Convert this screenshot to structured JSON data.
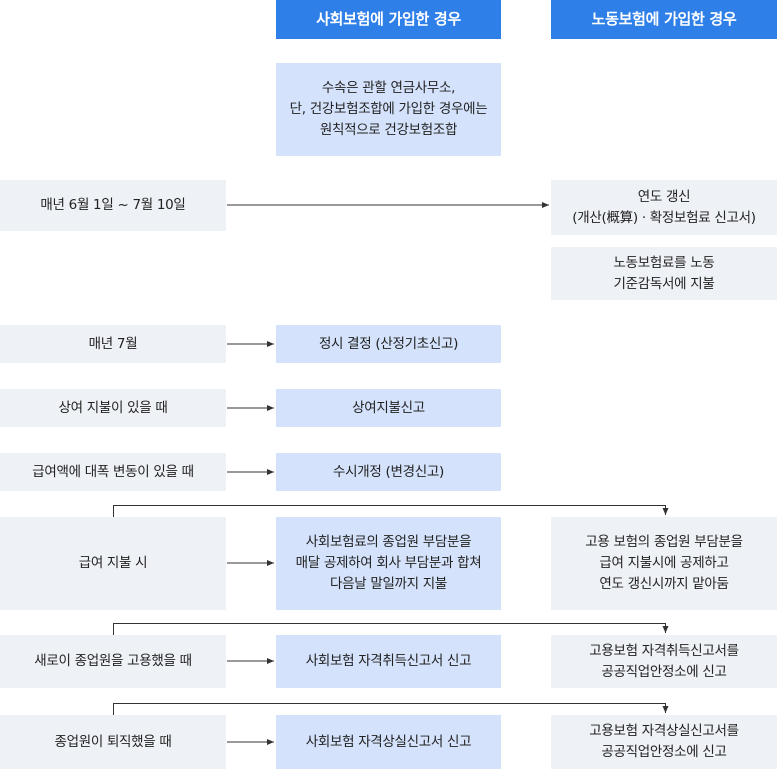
{
  "headers": {
    "social": "사회보험에 가입한 경우",
    "labor": "노동보험에 가입한 경우"
  },
  "jurisdiction": "수속은 관할 연금사무소,\n단, 건강보험조합에 가입한 경우에는\n원칙적으로 건강보험조합",
  "annual_renewal": {
    "trigger": "매년 6월 1일 ~ 7월 10일",
    "labor_step1": "연도 갱신\n(개산(概算) · 확정보험료 신고서)",
    "labor_step2": "노동보험료를 노동\n기준감독서에 지불"
  },
  "rows": [
    {
      "trigger": "매년 7월",
      "social": "정시 결정 (산정기초신고)"
    },
    {
      "trigger": "상여 지불이 있을 때",
      "social": "상여지불신고"
    },
    {
      "trigger": "급여액에 대폭 변동이 있을 때",
      "social": "수시개정 (변경신고)"
    },
    {
      "trigger": "급여 지불 시",
      "social": "사회보험료의 종업원 부담분을\n매달 공제하여 회사 부담분과 합쳐\n다음날 말일까지 지불",
      "labor": "고용 보험의 종업원 부담분을\n급여 지불시에 공제하고\n연도 갱신시까지 맡아둠"
    },
    {
      "trigger": "새로이 종업원을 고용했을 때",
      "social": "사회보험 자격취득신고서 신고",
      "labor": "고용보험 자격취득신고서를\n공공직업안정소에 신고"
    },
    {
      "trigger": "종업원이 퇴직했을 때",
      "social": "사회보험 자격상실신고서 신고",
      "labor": "고용보험 자격상실신고서를\n공공직업안정소에 신고"
    }
  ],
  "colors": {
    "header_blue": "#2e7fe8",
    "box_blue": "#d4e2fb",
    "box_gray": "#eef1f6",
    "line": "#333333"
  }
}
